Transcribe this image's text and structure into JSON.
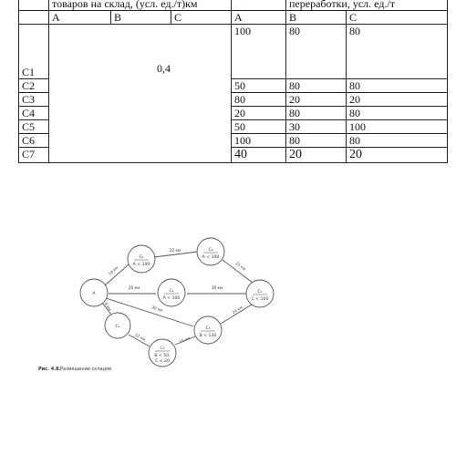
{
  "table": {
    "header_left": "товаров на склад, (усл. ед./т)км",
    "header_right": "переработки, усл. ед./т",
    "subheaders_left": [
      "A",
      "B",
      "C"
    ],
    "subheaders_right": [
      "A",
      "B",
      "C"
    ],
    "c1_label": "C1",
    "c1_left_value": "0,4",
    "c1_right": [
      "100",
      "80",
      "80"
    ],
    "rows": [
      {
        "label": "C2",
        "values": [
          "50",
          "80",
          "80"
        ]
      },
      {
        "label": "C3",
        "values": [
          "80",
          "20",
          "20"
        ]
      },
      {
        "label": "C4",
        "values": [
          "20",
          "80",
          "80"
        ]
      },
      {
        "label": "C5",
        "values": [
          "50",
          "30",
          "100"
        ]
      },
      {
        "label": "C6",
        "values": [
          "100",
          "80",
          "80"
        ]
      },
      {
        "label": "C7",
        "values": [
          "40",
          "20",
          "20"
        ]
      }
    ]
  },
  "figure": {
    "caption_num": "Рис. 4.8.",
    "caption_text": "Размещение складов",
    "nodes": {
      "A": "A",
      "C2": {
        "name": "C₂",
        "demand": "A < 100"
      },
      "C6": {
        "name": "C₆",
        "demand": "A < 100"
      },
      "C4": {
        "name": "C₄",
        "demand": "A < 100"
      },
      "C7": {
        "name": "C₇",
        "demand": "C < 100"
      },
      "C1": {
        "name": "C₁"
      },
      "C5": {
        "name": "C₅",
        "demand": "B < 130"
      },
      "C3": {
        "name": "C₃",
        "demand1": "B < 50,",
        "demand2": "C < 20"
      }
    },
    "edges": {
      "A_C2": "10 км",
      "C2_C6": "22 км",
      "C6_C7": "21 км",
      "A_C4": "20 км",
      "C4_C7": "30 км",
      "A_C1": "8 км",
      "A_C5": "30 км",
      "C5_C7": "24 км",
      "C1_C3": "12 км",
      "C3_C5": "15 км"
    }
  }
}
